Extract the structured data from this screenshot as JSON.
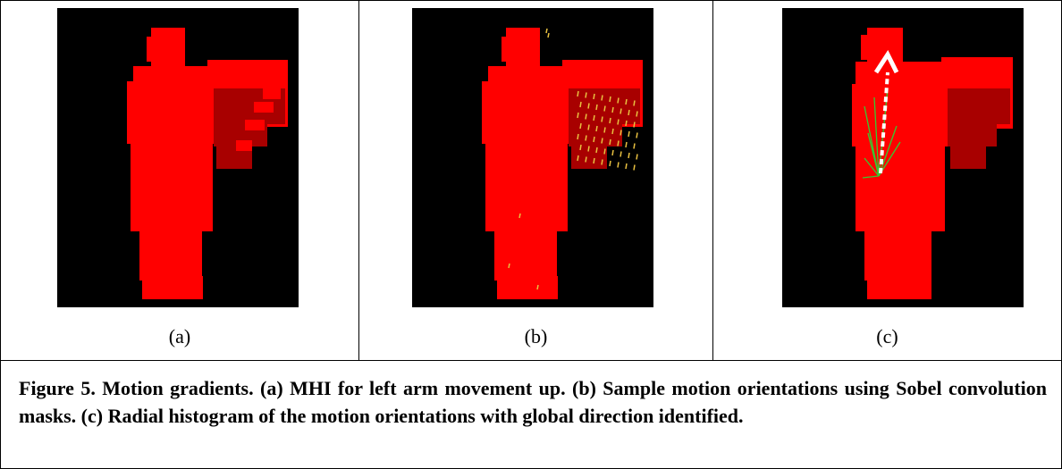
{
  "panels": [
    {
      "label": "(a)"
    },
    {
      "label": "(b)"
    },
    {
      "label": "(c)"
    }
  ],
  "caption": "Figure 5.  Motion gradients.  (a) MHI for left arm movement up.  (b) Sample motion orientations using Sobel convolution masks.  (c) Radial histogram of the motion orientations with global direction identified.",
  "colors": {
    "background": "#000000",
    "silhouette": "#ff0000",
    "arm_dark": "#a80000",
    "orientation_marks": "#e8c040",
    "histogram_lines": "#33cc33",
    "global_direction": "#ffffff"
  }
}
